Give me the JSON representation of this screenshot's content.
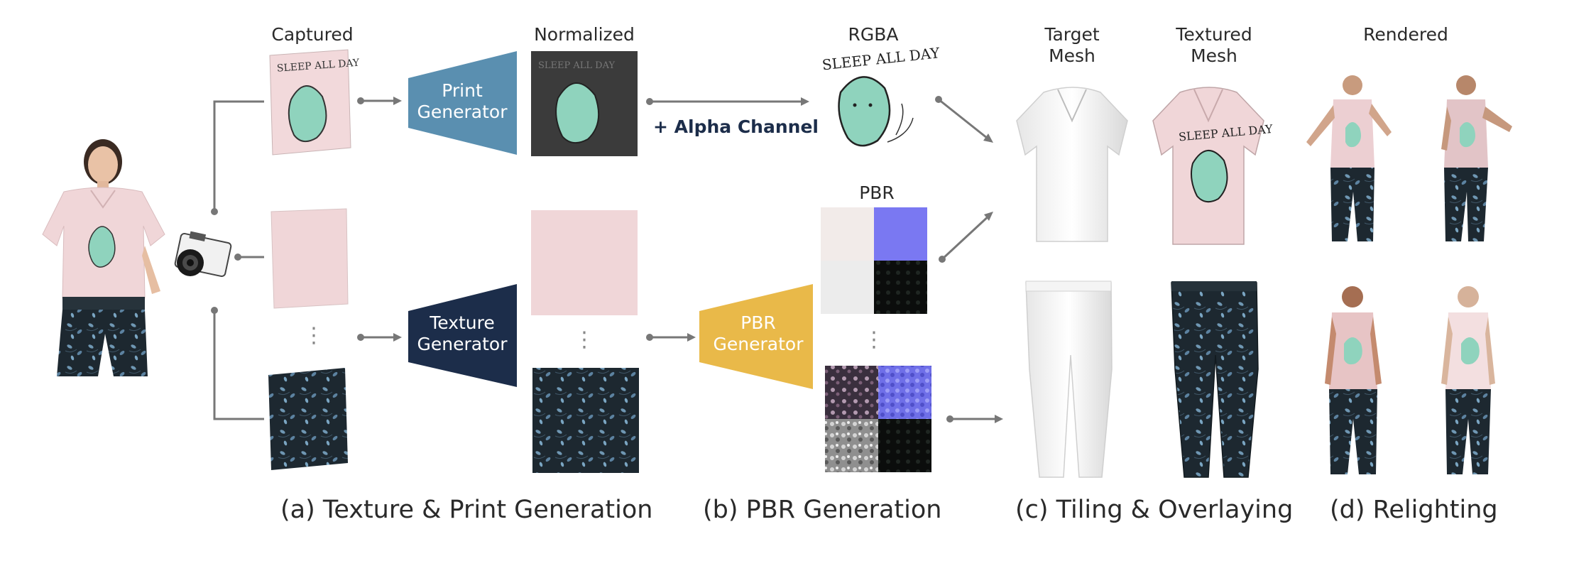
{
  "labels": {
    "captured": "Captured",
    "normalized": "Normalized",
    "rgba": "RGBA",
    "pbr": "PBR",
    "target_mesh_1": "Target",
    "target_mesh_2": "Mesh",
    "textured_mesh_1": "Textured",
    "textured_mesh_2": "Mesh",
    "rendered": "Rendered",
    "alpha_channel": "+ Alpha Channel"
  },
  "generators": {
    "print_1": "Print",
    "print_2": "Generator",
    "texture_1": "Texture",
    "texture_2": "Generator",
    "pbr_1": "PBR",
    "pbr_2": "Generator"
  },
  "shirt_print_text": "SLEEP ALL DAY",
  "captions": {
    "a": "(a) Texture & Print Generation",
    "b": "(b) PBR Generation",
    "c": "(c) Tiling & Overlaying",
    "d": "(d) Relighting"
  },
  "colors": {
    "print_generator": "#5a8fb0",
    "texture_generator": "#1c2d4a",
    "pbr_generator": "#e9b949",
    "connector": "#777777",
    "shirt_pink": "#f0d6d8",
    "cat_mint": "#8fd3bd",
    "pants_dark": "#1f2a33",
    "normal_map_blue": "#7a78f2"
  }
}
